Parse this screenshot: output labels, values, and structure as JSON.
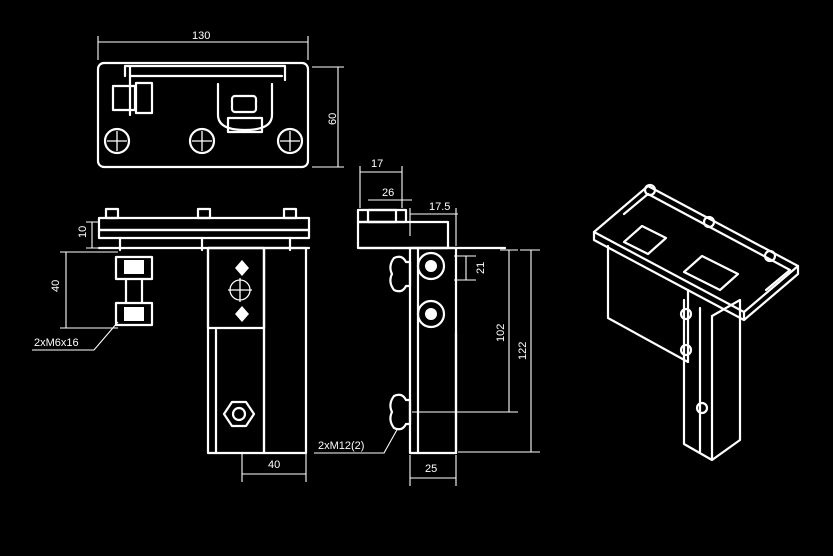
{
  "colors": {
    "background": "#000000",
    "line": "#ffffff"
  },
  "dimensions": {
    "top_width": "130",
    "top_height": "60",
    "front_spacing": "10",
    "front_height": "40",
    "front_width": "40",
    "side_top_width": "17",
    "side_slot_width": "26",
    "side_offset": "17.5",
    "side_hole_gap": "21",
    "side_height_inner": "102",
    "side_height_outer": "122",
    "side_bottom_width": "25"
  },
  "callouts": {
    "screws": "2xM6x16",
    "nuts": "2xM12(2)"
  }
}
